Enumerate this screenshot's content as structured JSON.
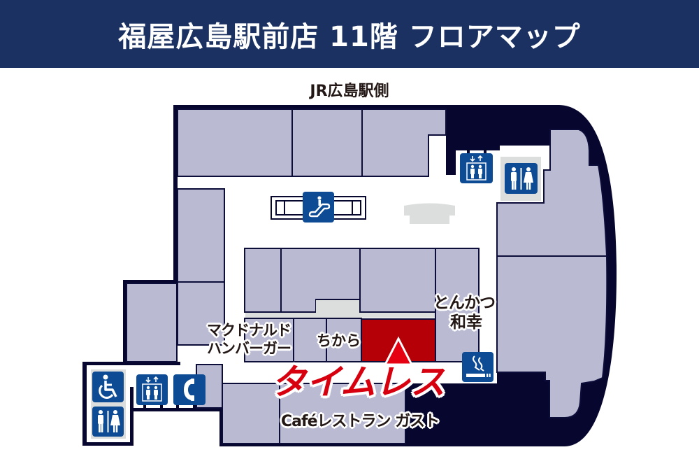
{
  "header": {
    "title": "福屋広島駅前店 11階 フロアマップ"
  },
  "map": {
    "direction_label": "JR広島駅側",
    "stores": {
      "mcdonalds": {
        "line1": "マクドナルド",
        "line2": "ハンバーガー"
      },
      "chikara": {
        "label": "ちから"
      },
      "wako": {
        "line1": "とんかつ",
        "line2": "和幸"
      },
      "timeless": {
        "label": "タイムレス",
        "subtitle": "Caféレストラン ガスト",
        "highlighted": true
      }
    },
    "facilities": [
      {
        "icon": "escalator-icon",
        "area": "center-corridor"
      },
      {
        "icon": "elevator-icon",
        "area": "upper-right"
      },
      {
        "icon": "restroom-icon",
        "area": "upper-right"
      },
      {
        "icon": "wheelchair-accessible-icon",
        "area": "lower-left"
      },
      {
        "icon": "restroom-icon",
        "area": "lower-left"
      },
      {
        "icon": "elevator-icon",
        "area": "lower-left"
      },
      {
        "icon": "telephone-icon",
        "area": "lower-left"
      },
      {
        "icon": "smoking-area-icon",
        "area": "lower-right"
      }
    ]
  },
  "colors": {
    "header_bg": "#1a3162",
    "wall": "#06062e",
    "store_fill": "#babbd3",
    "store_border": "#0d0d3a",
    "highlight_store": "#b50007",
    "marker": "#e50012",
    "logo_red": "#d7000f",
    "icon_blue": "#0d4b94",
    "facility_gray": "#dcdddd"
  }
}
